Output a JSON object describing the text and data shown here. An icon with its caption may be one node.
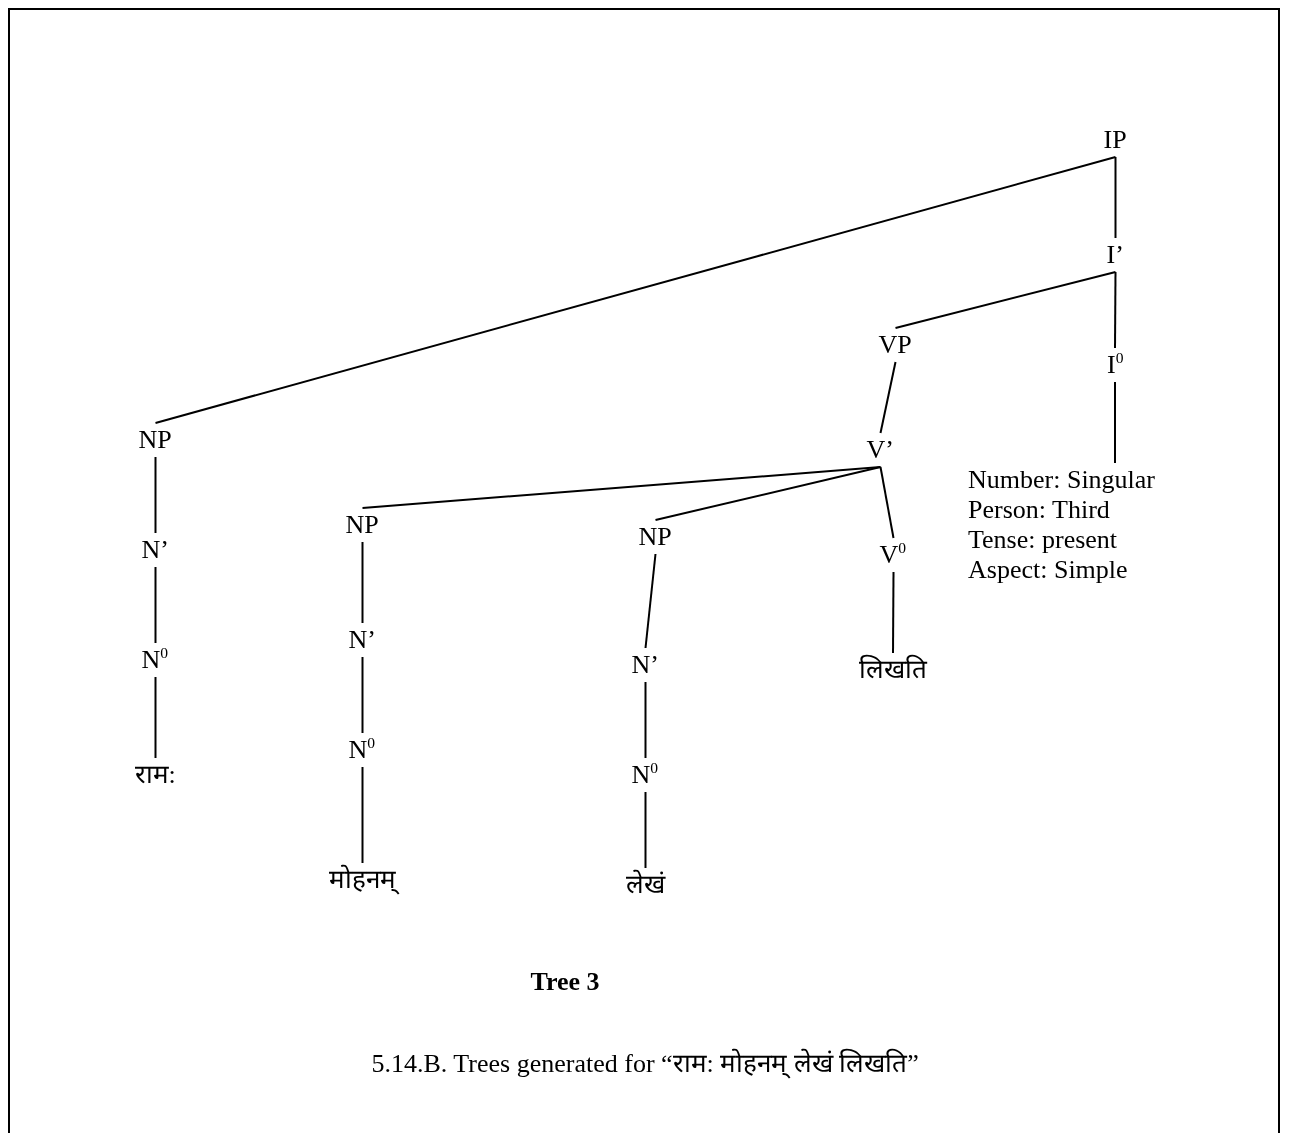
{
  "diagram": {
    "caption": "5.14.B. Trees generated for “राम: मोहनम् लेखं लिखति”",
    "nodes": [
      {
        "text": [
          "IP"
        ]
      },
      {
        "text": [
          "I’"
        ]
      },
      {
        "text": [
          "VP"
        ]
      },
      {
        "text": [
          "I$^{0}$"
        ]
      },
      {
        "text": [
          "NP"
        ]
      },
      {
        "text": [
          "V’"
        ]
      },
      {
        "text": [
          "Number: Singular",
          "Person: Third",
          "Tense: present",
          "Aspect: Simple"
        ]
      },
      {
        "text": [
          "NP"
        ]
      },
      {
        "text": [
          "NP"
        ]
      },
      {
        "text": [
          "N’"
        ]
      },
      {
        "text": [
          "V$^{0}$"
        ]
      },
      {
        "text": [
          "N’"
        ]
      },
      {
        "text": [
          "N’"
        ]
      },
      {
        "text": [
          "N$^{0}$"
        ]
      },
      {
        "text": [
          "लिखति"
        ]
      },
      {
        "text": [
          "N$^{0}$"
        ]
      },
      {
        "text": [
          "N$^{0}$"
        ]
      },
      {
        "text": [
          "राम:"
        ]
      },
      {
        "text": [
          "मोहनम्"
        ]
      },
      {
        "text": [
          "लेखं"
        ]
      }
    ],
    "edges": [
      {
        "from": 0,
        "to": 4,
        "arrow": "none"
      },
      {
        "from": 0,
        "to": 1,
        "arrow": "none"
      },
      {
        "from": 1,
        "to": 2,
        "arrow": "none"
      },
      {
        "from": 1,
        "to": 3,
        "arrow": "none"
      },
      {
        "from": 3,
        "to": 6,
        "arrow": "none"
      },
      {
        "from": 2,
        "to": 5,
        "arrow": "none"
      },
      {
        "from": 5,
        "to": 7,
        "arrow": "none"
      },
      {
        "from": 5,
        "to": 8,
        "arrow": "none"
      },
      {
        "from": 5,
        "to": 10,
        "arrow": "none"
      },
      {
        "from": 10,
        "to": 14,
        "arrow": "none"
      },
      {
        "from": 4,
        "to": 9,
        "arrow": "none"
      },
      {
        "from": 9,
        "to": 13,
        "arrow": "none"
      },
      {
        "from": 13,
        "to": 17,
        "arrow": "none"
      },
      {
        "from": 7,
        "to": 11,
        "arrow": "none"
      },
      {
        "from": 11,
        "to": 15,
        "arrow": "none"
      },
      {
        "from": 15,
        "to": 18,
        "arrow": "none"
      },
      {
        "from": 8,
        "to": 12,
        "arrow": "none"
      },
      {
        "from": 12,
        "to": 16,
        "arrow": "none"
      },
      {
        "from": 16,
        "to": 19,
        "arrow": "none"
      }
    ],
    "labels": [
      "Tree 3"
    ]
  }
}
